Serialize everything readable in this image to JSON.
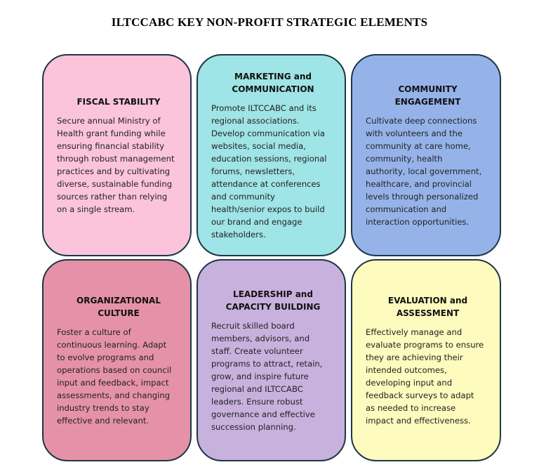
{
  "title": "ILTCCABC KEY NON-PROFIT STRATEGIC ELEMENTS",
  "boxes": [
    {
      "id": "fiscal-stability",
      "color": "#fcc4db",
      "heading": [
        "FISCAL STABILITY"
      ],
      "lines": [
        "Secure annual Ministry of",
        "Health grant funding while",
        "ensuring financial stability",
        "through robust management",
        "practices and by cultivating",
        "diverse, sustainable funding",
        "sources rather than relying",
        "on a single stream."
      ]
    },
    {
      "id": "marketing-communication",
      "color": "#9fe4e6",
      "heading": [
        "MARKETING and",
        "COMMUNICATION"
      ],
      "lines": [
        "Promote ILTCCABC and its",
        "regional associations.",
        "Develop communication via",
        "websites, social media,",
        "education sessions, regional",
        "forums, newsletters,",
        "attendance at conferences",
        "and community",
        "health/senior expos to build",
        "our brand and engage",
        "stakeholders."
      ]
    },
    {
      "id": "community-engagement",
      "color": "#95b3e9",
      "heading": [
        "COMMUNITY",
        "ENGAGEMENT"
      ],
      "lines": [
        "Cultivate deep connections",
        "with volunteers and the",
        "community at care home,",
        "community, health",
        "authority, local government,",
        "healthcare, and provincial",
        "levels through personalized",
        "communication and",
        "interaction opportunities."
      ]
    },
    {
      "id": "organizational-culture",
      "color": "#e592a8",
      "heading": [
        "ORGANIZATIONAL",
        "CULTURE"
      ],
      "lines": [
        "Foster a culture of",
        "continuous learning. Adapt",
        "to evolve programs and",
        "operations based on council",
        "input and feedback, impact",
        "assessments, and changing",
        "industry trends to stay",
        "effective and relevant."
      ]
    },
    {
      "id": "leadership-capacity-building",
      "color": "#c8b1dd",
      "heading": [
        "LEADERSHIP and",
        "CAPACITY BUILDING"
      ],
      "lines": [
        "Recruit skilled board",
        "members, advisors, and",
        "staff. Create volunteer",
        "programs to attract, retain,",
        "grow, and inspire future",
        "regional and ILTCCABC",
        "leaders. Ensure robust",
        "governance and effective",
        "succession planning."
      ]
    },
    {
      "id": "evaluation-assessment",
      "color": "#fdfbbd",
      "heading": [
        "EVALUATION and",
        "ASSESSMENT"
      ],
      "lines": [
        "Effectively manage and",
        "evaluate programs to ensure",
        "they are achieving their",
        "intended outcomes,",
        "developing input and",
        "feedback surveys to adapt",
        "as needed to increase",
        "impact and effectiveness."
      ]
    }
  ]
}
